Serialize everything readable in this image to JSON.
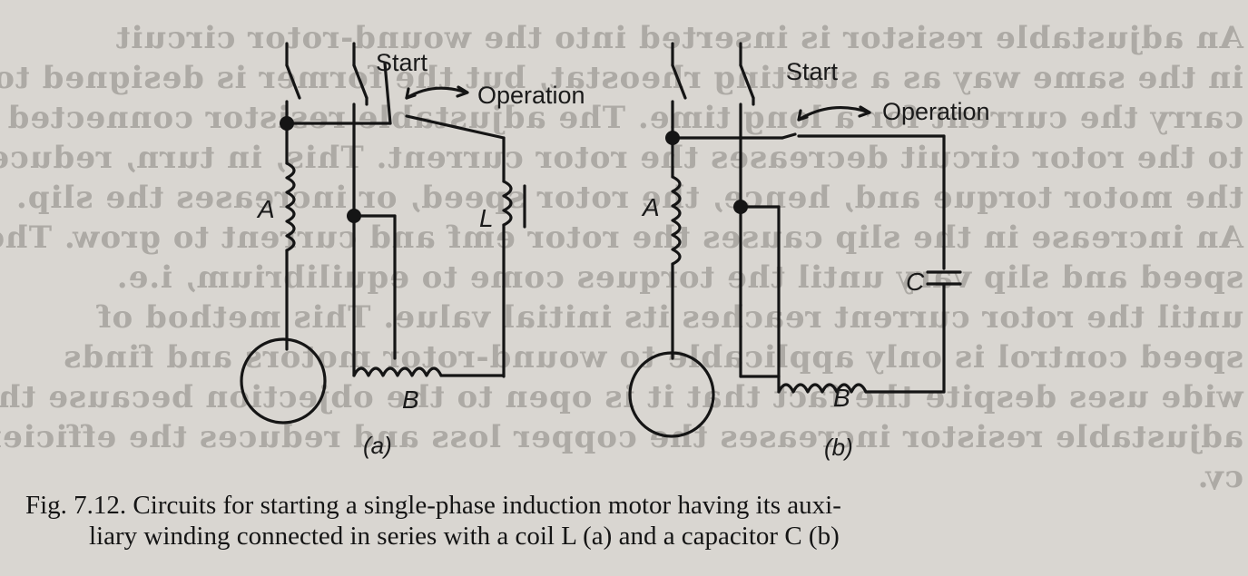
{
  "figure": {
    "caption_line1": "Fig. 7.12. Circuits for starting a single-phase induction motor having its auxi-",
    "caption_line2": "liary winding connected in series with a coil L (a) and a capacitor C (b)"
  },
  "circuit_a": {
    "start_label": "Start",
    "operation_label": "Operation",
    "main_winding_label": "A",
    "aux_winding_label": "B",
    "coil_label": "L",
    "panel_label": "(a)"
  },
  "circuit_b": {
    "start_label": "Start",
    "operation_label": "Operation",
    "main_winding_label": "A",
    "aux_winding_label": "B",
    "capacitor_label": "C",
    "panel_label": "(b)"
  },
  "bleed_through_text": [
    "An adjustable resistor is inserted into the wound-rotor circuit",
    "in the same way as a starting rheostat, but the former is designed to",
    "carry the current for a long time. The adjustable resistor connected",
    "to the rotor circuit decreases the rotor current. This, in turn, reduces",
    "the motor torque and, hence, the rotor speed, or increases the slip.",
    "An increase in the slip causes the rotor emf and current to grow. The",
    "speed and slip vary until the torques come to equilibrium, i.e.",
    "until the rotor current reaches its initial value. This method of",
    "speed control is only applicable to wound-rotor motors and finds",
    "wide uses despite the fact that it is open to the objection because the",
    "adjustable resistor increases the copper loss and reduces the efficien-",
    "cy."
  ]
}
